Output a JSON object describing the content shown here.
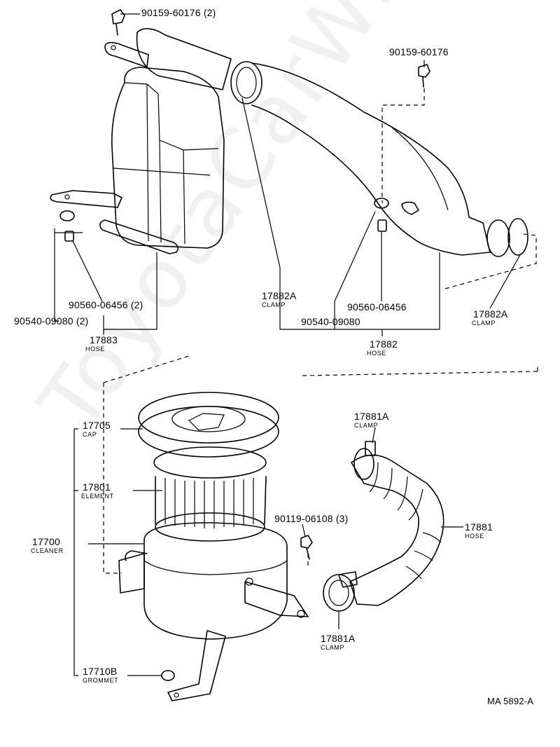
{
  "watermark": "ToyotaCarWiki.ru",
  "ref_code": "MA 5892-A",
  "callouts": {
    "bolt_top_left": {
      "number": "90159-60176 (2)"
    },
    "bolt_top_right": {
      "number": "90159-60176"
    },
    "grommet_left_a": {
      "number": "90560-06456 (2)"
    },
    "grommet_left_b": {
      "number": "90540-09080 (2)"
    },
    "hose_17883": {
      "number": "17883",
      "name": "HOSE"
    },
    "clamp_17882a_left": {
      "number": "17882A",
      "name": "CLAMP"
    },
    "grommet_right_a": {
      "number": "90560-06456"
    },
    "grommet_right_b": {
      "number": "90540-09080"
    },
    "hose_17882": {
      "number": "17882",
      "name": "HOSE"
    },
    "clamp_17882a_right": {
      "number": "17882A",
      "name": "CLAMP"
    },
    "cap_17705": {
      "number": "17705",
      "name": "CAP"
    },
    "element_17801": {
      "number": "17801",
      "name": "ELEMENT"
    },
    "cleaner_17700": {
      "number": "17700",
      "name": "CLEANER"
    },
    "grommet_17710b": {
      "number": "17710B",
      "name": "GROMMET"
    },
    "clamp_17881a_top": {
      "number": "17881A",
      "name": "CLAMP"
    },
    "hose_17881": {
      "number": "17881",
      "name": "HOSE"
    },
    "bolt_90119": {
      "number": "90119-06108 (3)"
    },
    "clamp_17881a_bottom": {
      "number": "17881A",
      "name": "CLAMP"
    }
  }
}
